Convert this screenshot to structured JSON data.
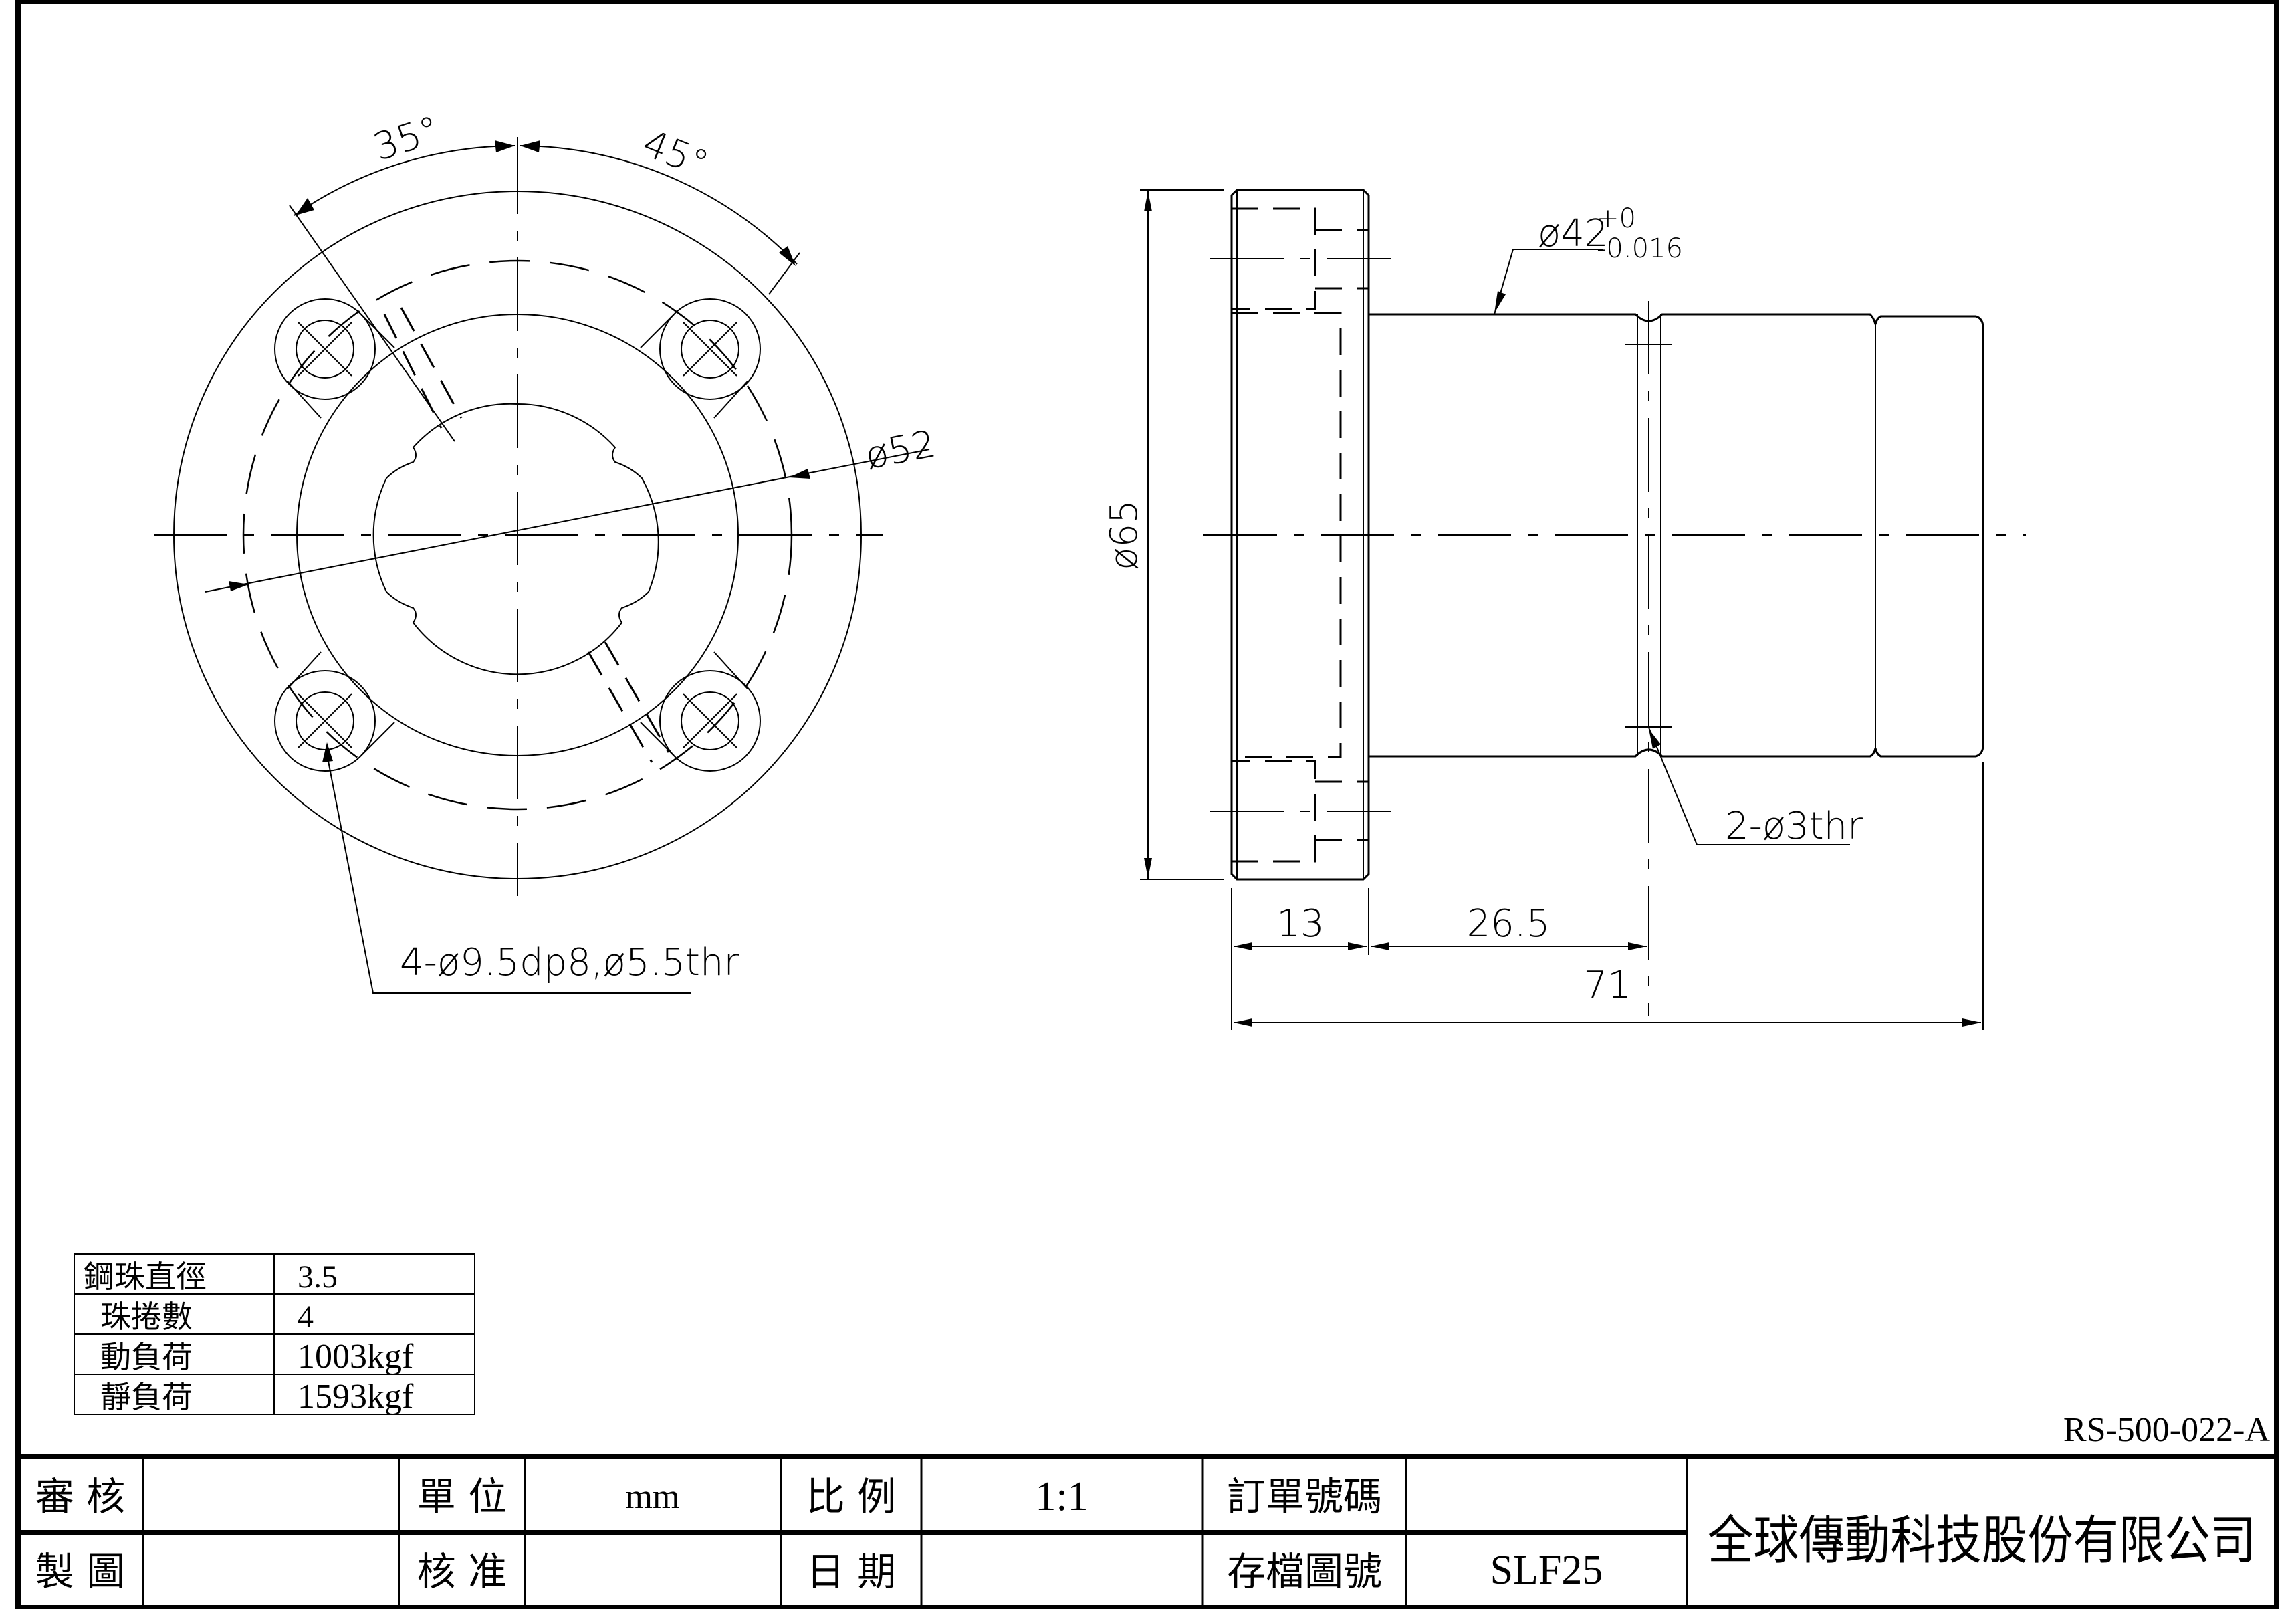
{
  "drawing": {
    "front_view": {
      "angle_left": "35°",
      "angle_right": "45°",
      "pcd_label": "ø52",
      "hole_callout": "4-ø9.5dp8,ø5.5thr"
    },
    "side_view": {
      "diameter_flange": "ø65",
      "diameter_body_base": "ø42",
      "diameter_body_tol_upper": "+0",
      "diameter_body_tol_lower": "-0.016",
      "oil_hole_callout": "2-ø3thr",
      "dim_flange_thickness": "13",
      "dim_to_hole": "26.5",
      "dim_overall_length": "71"
    }
  },
  "spec_table": {
    "rows": [
      {
        "label": "鋼珠直徑",
        "value": "3.5"
      },
      {
        "label": "珠捲數",
        "value": "4"
      },
      {
        "label": "動負荷",
        "value": "1003kgf"
      },
      {
        "label": "靜負荷",
        "value": "1593kgf"
      }
    ]
  },
  "drawing_number": "RS-500-022-A",
  "title_block": {
    "row1": {
      "review_label": "審 核",
      "review_value": "",
      "unit_label": "單 位",
      "unit_value": "mm",
      "scale_label": "比 例",
      "scale_value": "1:1",
      "order_label": "訂單號碼",
      "order_value": ""
    },
    "row2": {
      "drawn_label": "製 圖",
      "drawn_value": "",
      "approve_label": "核 准",
      "approve_value": "",
      "date_label": "日 期",
      "date_value": "",
      "file_label": "存檔圖號",
      "file_value": "SLF25"
    },
    "company": "全球傳動科技股份有限公司"
  }
}
